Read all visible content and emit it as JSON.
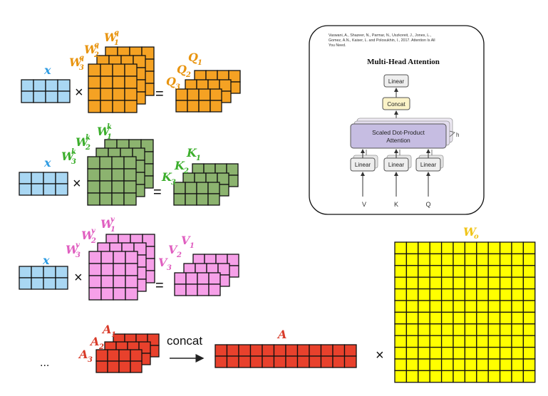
{
  "colors": {
    "x": "#a9d7f3",
    "x_label": "#2e9be2",
    "query": "#f5a223",
    "query_label": "#e8940f",
    "key": "#8cb36f",
    "key_label": "#3cae2c",
    "value": "#f6a0e8",
    "value_label": "#e05fc0",
    "attn": "#e8412c",
    "attn_label": "#d83a28",
    "wo": "#ffff00",
    "wo_label": "#f0c419"
  },
  "rows": [
    {
      "id": "query",
      "x_label": "x",
      "times": "×",
      "equals": "=",
      "weights": [
        {
          "base": "W",
          "sup": "q",
          "sub": "1"
        },
        {
          "base": "W",
          "sup": "q",
          "sub": "2"
        },
        {
          "base": "W",
          "sup": "q",
          "sub": "3"
        }
      ],
      "outputs": [
        {
          "base": "Q",
          "sub": "1"
        },
        {
          "base": "Q",
          "sub": "2"
        },
        {
          "base": "Q",
          "sub": "3"
        }
      ]
    },
    {
      "id": "key",
      "x_label": "x",
      "times": "×",
      "equals": "=",
      "weights": [
        {
          "base": "W",
          "sup": "k",
          "sub": "1"
        },
        {
          "base": "W",
          "sup": "k",
          "sub": "2"
        },
        {
          "base": "W",
          "sup": "k",
          "sub": "3"
        }
      ],
      "outputs": [
        {
          "base": "K",
          "sub": "1"
        },
        {
          "base": "K",
          "sub": "2"
        },
        {
          "base": "K",
          "sub": "3"
        }
      ]
    },
    {
      "id": "value",
      "x_label": "x",
      "times": "×",
      "equals": "=",
      "weights": [
        {
          "base": "W",
          "sup": "v",
          "sub": "1"
        },
        {
          "base": "W",
          "sup": "v",
          "sub": "2"
        },
        {
          "base": "W",
          "sup": "v",
          "sub": "3"
        }
      ],
      "outputs": [
        {
          "base": "V",
          "sub": "1"
        },
        {
          "base": "V",
          "sub": "2"
        },
        {
          "base": "V",
          "sub": "3"
        }
      ]
    }
  ],
  "bottom": {
    "ellipsis": "...",
    "heads": [
      {
        "base": "A",
        "sub": "1"
      },
      {
        "base": "A",
        "sub": "2"
      },
      {
        "base": "A",
        "sub": "3"
      }
    ],
    "concat_label": "concat",
    "concat_result": "A",
    "times": "×",
    "output_weight": {
      "base": "W",
      "sub": "o"
    }
  },
  "inset": {
    "citation_lines": [
      "Vaswani, A., Shazeer, N., Parmar, N., Uszkoreit, J., Jones, L.,",
      "Gomez, A.N., Kaiser, L. and Polosukhin, I., 2017. Attention Is All",
      "You Need."
    ],
    "title": "Multi-Head Attention",
    "linear_top": "Linear",
    "concat": "Concat",
    "attention_lines": [
      "Scaled Dot-Product",
      "Attention"
    ],
    "h": "h",
    "linear_inputs": [
      "Linear",
      "Linear",
      "Linear"
    ],
    "inputs": [
      "V",
      "K",
      "Q"
    ]
  }
}
